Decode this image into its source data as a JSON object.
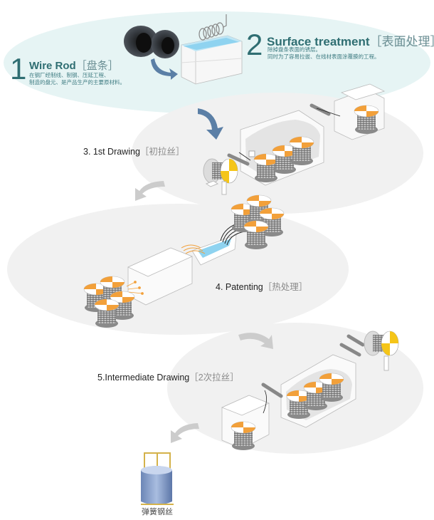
{
  "steps": [
    {
      "number": "1",
      "title": "Wire Rod",
      "title_cn": "［盘条］",
      "description": [
        "在钢厂经制线、制钢、压延工程、",
        "制造的盘元、是产品生产的主要原材料。"
      ]
    },
    {
      "number": "2",
      "title": "Surface treatment",
      "title_cn": "［表面处理］",
      "description": [
        "除掉盘条表面的锈层。",
        "同时为了容易拉拔、在线材表面涂覆膜的工程。"
      ]
    },
    {
      "title": "3. 1st Drawing",
      "title_cn": "［初拉丝］"
    },
    {
      "title": "4. Patenting",
      "title_cn": "［热处理］"
    },
    {
      "title": "5.Intermediate Drawing",
      "title_cn": "［2次拉丝］"
    }
  ],
  "product": {
    "label": "弹簧钢丝"
  },
  "colors": {
    "teal_text": "#2f6e72",
    "band_top": "#e6f4f4",
    "band_gray": "#f1f1f1",
    "arrow_blue": "#5b7fa6",
    "arrow_gray": "#c9c9c9",
    "spool_orange": "#f2a03a",
    "reel_yellow": "#f5c518",
    "water_blue": "#8fd3f0"
  },
  "icons": {
    "wire_rod": "wire-rod-coil-icon",
    "tank": "surface-treatment-tank-icon",
    "drawing_machine": "drawing-machine-icon",
    "furnace": "patenting-furnace-icon",
    "coil_product": "spring-steel-wire-coil-icon"
  }
}
